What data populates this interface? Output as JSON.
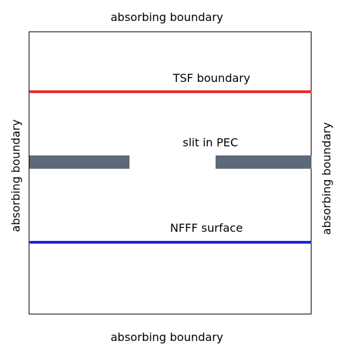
{
  "boundaries": {
    "top_label": "absorbing boundary",
    "bottom_label": "absorbing boundary",
    "left_label": "absorbing boundary",
    "right_label": "absorbing boundary"
  },
  "tsf": {
    "label": "TSF boundary",
    "color": "#e8302c"
  },
  "slit": {
    "label": "slit in PEC",
    "color": "#5d6977"
  },
  "nfff": {
    "label": "NFFF surface",
    "color": "#1f26d4"
  }
}
